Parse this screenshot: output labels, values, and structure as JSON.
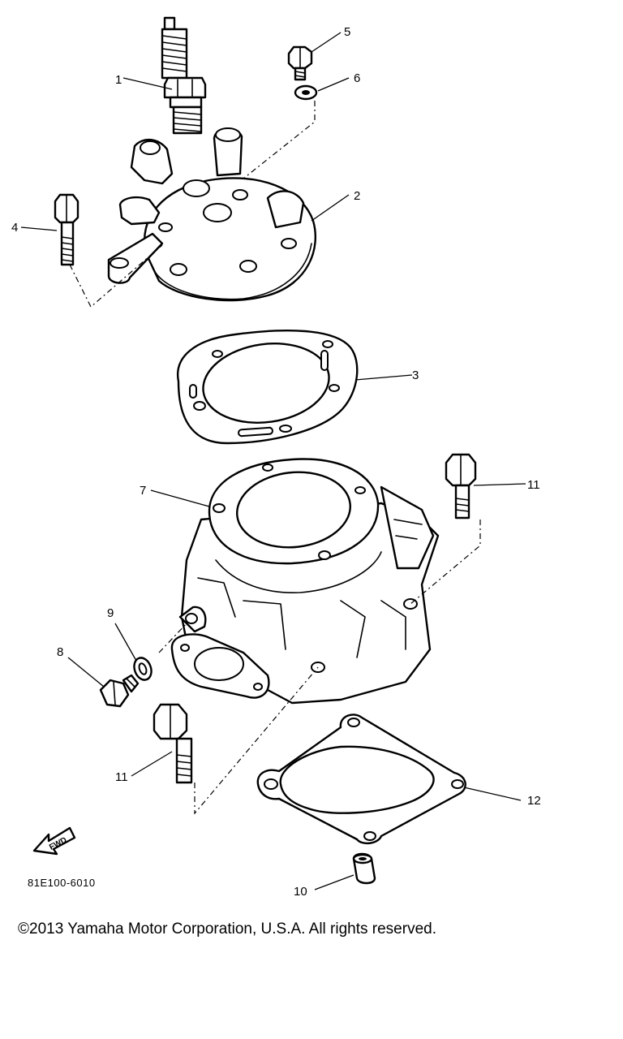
{
  "diagram": {
    "parts": [
      {
        "number": "1",
        "name": "spark-plug"
      },
      {
        "number": "2",
        "name": "cylinder-head"
      },
      {
        "number": "3",
        "name": "cylinder-head-gasket"
      },
      {
        "number": "4",
        "name": "head-bolt"
      },
      {
        "number": "5",
        "name": "bolt"
      },
      {
        "number": "6",
        "name": "washer"
      },
      {
        "number": "7",
        "name": "cylinder"
      },
      {
        "number": "8",
        "name": "plug-bolt"
      },
      {
        "number": "9",
        "name": "gasket-washer"
      },
      {
        "number": "10",
        "name": "dowel-pin"
      },
      {
        "number": "11",
        "name": "flange-bolt"
      },
      {
        "number": "11",
        "name": "flange-bolt"
      },
      {
        "number": "12",
        "name": "cylinder-base-gasket"
      }
    ],
    "fwd_label": "FWD",
    "drawing_code": "81E100-6010"
  },
  "copyright": "©2013 Yamaha Motor Corporation, U.S.A. All rights reserved."
}
